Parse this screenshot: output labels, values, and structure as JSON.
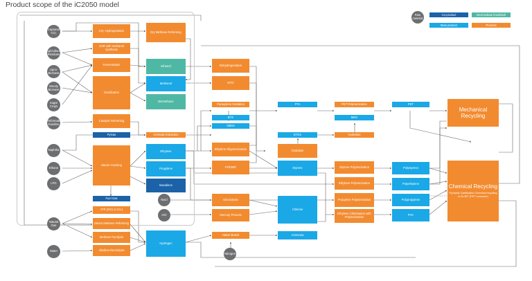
{
  "title": "Product scope of the iC2050 model",
  "legend": {
    "raw": "Raw material",
    "coproduct": "Co-product",
    "intermediate": "Intermediate feedstock",
    "main": "Main product",
    "process": "Process"
  },
  "raw_materials": {
    "captured_co2": "Captured CO₂",
    "agri_residues": "Agricultural Residues",
    "ligno_biomass": "Ligno-Biomass",
    "woody_biomass": "Woody Biomass",
    "sugar_crops": "Sugar Crops",
    "reformate": "Reformate Gasoline",
    "naphtha": "Naphtha",
    "ethane": "Ethane",
    "lpg": "LPG",
    "natural_gas": "Natural Gas",
    "water": "Water",
    "nacl": "NaCl",
    "hcl": "HCl",
    "nitrogen": "Nitrogen"
  },
  "processes": {
    "co2_hydrogenation": "CO₂ Hydrogenation",
    "dry_methane": "Dry Methane Reforming",
    "ssr_methanol": "SHR with methanol synthesis",
    "fermentation": "Fermentation",
    "gasification": "Gasification",
    "catalytic_reforming": "Catalytic Reforming",
    "steam_cracking": "Steam Cracking",
    "atr": "ATR (NG) or (CL)",
    "smr": "Steam Methane Reforming",
    "methane_pyrolysis": "Methane Pyrolysis",
    "water_electrolysis": "Alkaline Electrolysis",
    "dehydrogenation": "Dehydrogenation",
    "mto": "MTO",
    "aromatic_extraction": "Aromatic Extraction",
    "paraxylene_oxidation": "Paraxylene Oxidation",
    "ethylene_oligo": "Ethylene Oligomerization",
    "po_smf": "PO/SMF",
    "oxidation": "Oxidation",
    "electrolysis": "Electrolysis",
    "mercury": "Mercury Process",
    "haber_bosch": "Haber Bosch",
    "pet_poly": "PET Polymerization",
    "hydration": "Hydration",
    "styrene_poly": "Styrene Polymerization",
    "ethylene_poly": "Ethylene Polymerization",
    "propylene_poly": "Propylene Polymerization",
    "ethylene_chlor": "Ethylene Chlorination with Polymerization"
  },
  "intermediates": {
    "ethanol": "Ethanol",
    "biomethane": "Biomethane"
  },
  "coproducts": {
    "pygas": "PyGas",
    "butadiene": "Butadiene",
    "fuel_gas": "Fuel Gas"
  },
  "main_products": {
    "methanol": "Methanol",
    "ethylene": "Ethylene",
    "propylene": "Propylene",
    "btx": "BTX",
    "ob5h": "OB5H",
    "pta": "PTA",
    "meg": "MEG",
    "etox": "ETOX",
    "styrene": "Styrene",
    "chlorine": "Chlorine",
    "ammonia": "Ammonia",
    "hydrogen": "Hydrogen",
    "pet": "PET",
    "polystyrene": "Polystyrene",
    "polyethylene": "Polyethylene",
    "polypropylene": "Polypropylene",
    "pvc": "PVC"
  },
  "recycling": {
    "mechanical": "Mechanical Recycling",
    "chemical": "Chemical Recycling",
    "chemical_detail": "Pyrolysis Gasification Chemical recycling to B-HET (PET monomer)"
  }
}
